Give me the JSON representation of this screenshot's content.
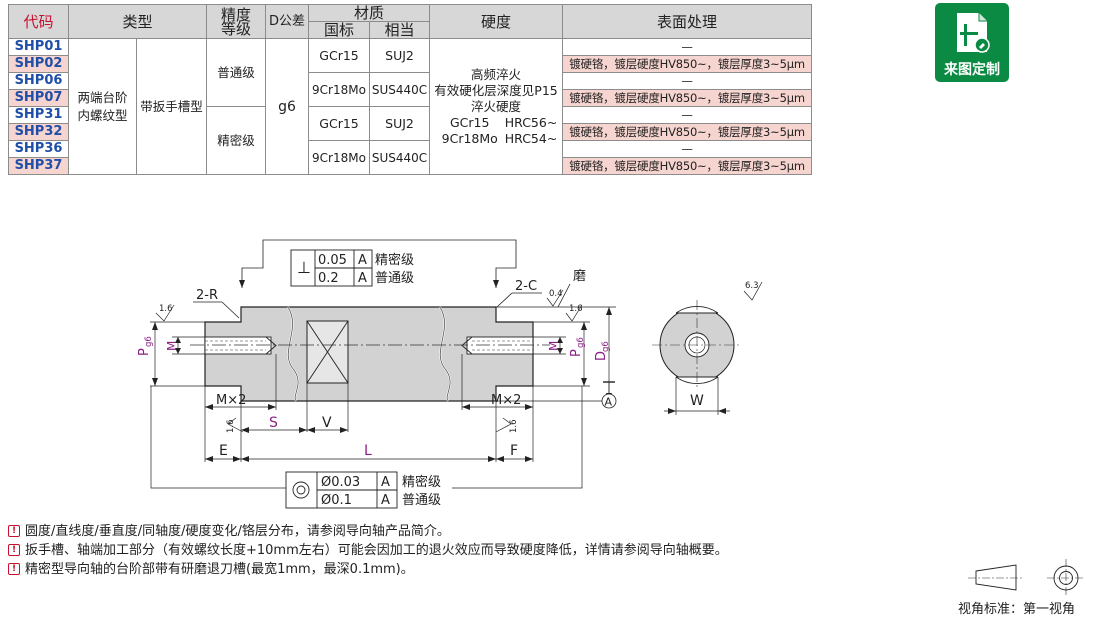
{
  "table": {
    "headers": {
      "code": "代码",
      "type": "类型",
      "grade": "精度\n等级",
      "tolerance": "D公差",
      "material": "材质",
      "material_std": "国标",
      "material_eq": "相当",
      "hardness": "硬度",
      "surface": "表面处理"
    },
    "type_col1": "两端台阶\n内螺纹型",
    "type_col2": "带扳手槽型",
    "grade_normal": "普通级",
    "grade_precision": "精密级",
    "tolerance": "g6",
    "rows": [
      {
        "code": "SHP01",
        "surface": "—"
      },
      {
        "code": "SHP02",
        "surface": "镀硬铬，镀层硬度HV850~，镀层厚度3~5μm"
      },
      {
        "code": "SHP06",
        "surface": "—"
      },
      {
        "code": "SHP07",
        "surface": "镀硬铬，镀层硬度HV850~，镀层厚度3~5μm"
      },
      {
        "code": "SHP31",
        "surface": "—"
      },
      {
        "code": "SHP32",
        "surface": "镀硬铬，镀层硬度HV850~，镀层厚度3~5μm"
      },
      {
        "code": "SHP36",
        "surface": "—"
      },
      {
        "code": "SHP37",
        "surface": "镀硬铬，镀层硬度HV850~，镀层厚度3~5μm"
      }
    ],
    "materials": [
      {
        "std": "GCr15",
        "eq": "SUJ2"
      },
      {
        "std": "9Cr18Mo",
        "eq": "SUS440C"
      },
      {
        "std": "GCr15",
        "eq": "SUJ2"
      },
      {
        "std": "9Cr18Mo",
        "eq": "SUS440C"
      }
    ],
    "hardness": {
      "line1": "高频淬火",
      "line2": "有效硬化层深度见P15",
      "line3": "淬火硬度",
      "r1_mat": "GCr15",
      "r1_val": "HRC56~",
      "r2_mat": "9Cr18Mo",
      "r2_val": "HRC54~"
    }
  },
  "badge": {
    "label": "来图定制",
    "icon": "custom-drawing-icon",
    "color": "#0a8a43"
  },
  "drawing": {
    "perp": {
      "symbol": "⊥",
      "v1": "0.05",
      "d1": "A",
      "l1": "精密级",
      "v2": "0.2",
      "d2": "A",
      "l2": "普通级"
    },
    "conc": {
      "v1": "Ø0.03",
      "d1": "A",
      "l1": "精密级",
      "v2": "Ø0.1",
      "d2": "A",
      "l2": "普通级"
    },
    "r_label": "2-R",
    "c_label": "2-C",
    "grind": "磨",
    "rough_16": "1.6",
    "rough_04": "0.4",
    "rough_63": "6.3",
    "m2": "M×2",
    "S": "S",
    "V": "V",
    "L": "L",
    "E": "E",
    "F": "F",
    "W": "W",
    "M": "M",
    "P": "P",
    "g6": "g6",
    "D": "D",
    "datum": "A"
  },
  "notes": [
    "圆度/直线度/垂直度/同轴度/硬度变化/铬层分布，请参阅导向轴产品简介。",
    "扳手槽、轴端加工部分（有效螺纹长度+10mm左右）可能会因加工的退火效应而导致硬度降低，详情请参阅导向轴概要。",
    "精密型导向轴的台阶部带有研磨退刀槽(最宽1mm，最深0.1mm)。"
  ],
  "projection": "视角标准：第一视角",
  "colors": {
    "code_blue": "#1f4fa8",
    "header_red": "#c8102e",
    "pink_row": "#f6d4cf",
    "magenta": "#8b1e86"
  }
}
